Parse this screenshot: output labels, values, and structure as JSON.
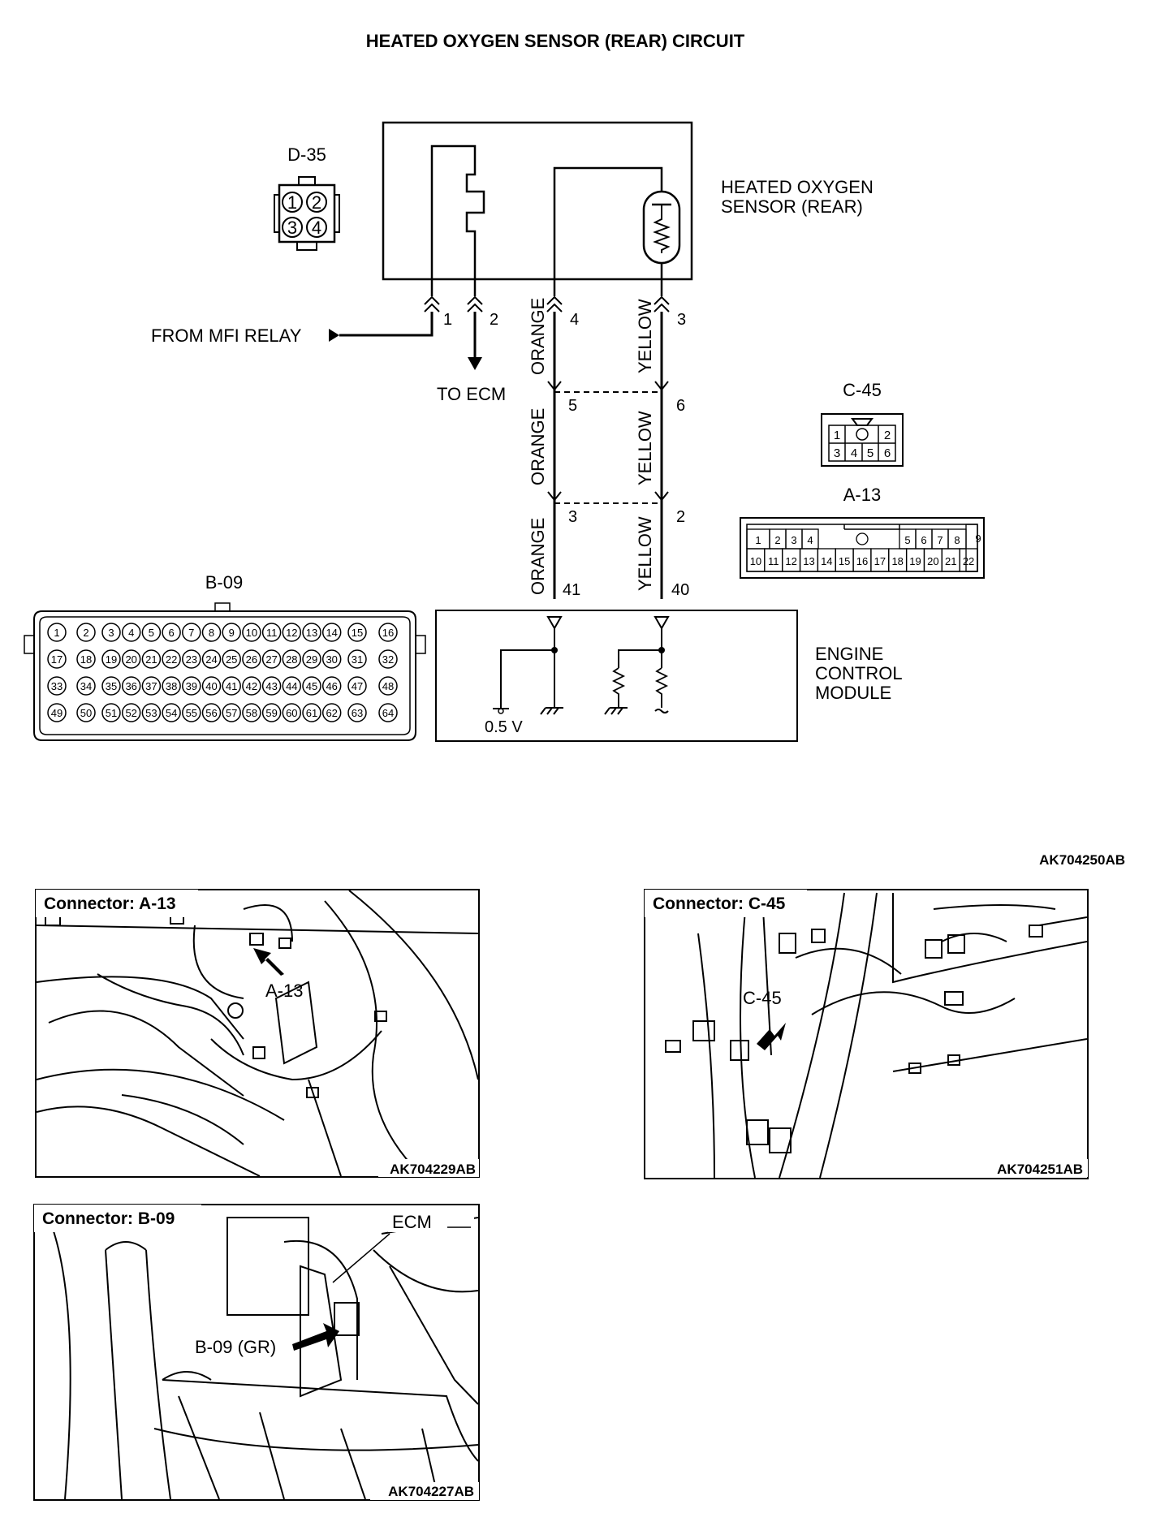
{
  "title": "HEATED OXYGEN SENSOR (REAR) CIRCUIT",
  "diagram_code": "AK704250AB",
  "components": {
    "sensor": {
      "line1": "HEATED OXYGEN",
      "line2": "SENSOR (REAR)"
    },
    "ecm": {
      "line1": "ENGINE",
      "line2": "CONTROL",
      "line3": "MODULE",
      "ref_voltage": "0.5 V"
    },
    "mfi_relay_label": "FROM MFI RELAY",
    "to_ecm_label": "TO ECM"
  },
  "sensor_pins": {
    "p1": "1",
    "p2": "2",
    "p4": "4",
    "p3": "3"
  },
  "wires": {
    "left": {
      "color": "ORANGE",
      "pin_sensor": "4",
      "pin_c45": "5",
      "pin_a13": "3",
      "pin_ecm": "41"
    },
    "right": {
      "color": "YELLOW",
      "pin_sensor": "3",
      "pin_c45": "6",
      "pin_a13": "2",
      "pin_ecm": "40"
    }
  },
  "connectors": {
    "d35": {
      "name": "D-35",
      "cavities": [
        "1",
        "2",
        "3",
        "4"
      ]
    },
    "c45": {
      "name": "C-45",
      "top": [
        "1",
        "2"
      ],
      "bottom": [
        "3",
        "4",
        "5",
        "6"
      ]
    },
    "a13": {
      "name": "A-13",
      "top": [
        "1",
        "2",
        "3",
        "4",
        "5",
        "6",
        "7",
        "8",
        "9"
      ],
      "bottom": [
        "10",
        "11",
        "12",
        "13",
        "14",
        "15",
        "16",
        "17",
        "18",
        "19",
        "20",
        "21",
        "22"
      ]
    },
    "b09": {
      "name": "B-09",
      "rows": [
        [
          "1",
          "2",
          "3",
          "4",
          "5",
          "6",
          "7",
          "8",
          "9",
          "10",
          "11",
          "12",
          "13",
          "14",
          "15",
          "16"
        ],
        [
          "17",
          "18",
          "19",
          "20",
          "21",
          "22",
          "23",
          "24",
          "25",
          "26",
          "27",
          "28",
          "29",
          "30",
          "31",
          "32"
        ],
        [
          "33",
          "34",
          "35",
          "36",
          "37",
          "38",
          "39",
          "40",
          "41",
          "42",
          "43",
          "44",
          "45",
          "46",
          "47",
          "48"
        ],
        [
          "49",
          "50",
          "51",
          "52",
          "53",
          "54",
          "55",
          "56",
          "57",
          "58",
          "59",
          "60",
          "61",
          "62",
          "63",
          "64"
        ]
      ]
    }
  },
  "photos": {
    "a13": {
      "title": "Connector: A-13",
      "callout": "A-13",
      "code": "AK704229AB"
    },
    "c45": {
      "title": "Connector: C-45",
      "callout": "C-45",
      "code": "AK704251AB"
    },
    "b09": {
      "title": "Connector: B-09",
      "callout": "B-09 (GR)",
      "ecm_label": "ECM",
      "code": "AK704227AB"
    }
  }
}
